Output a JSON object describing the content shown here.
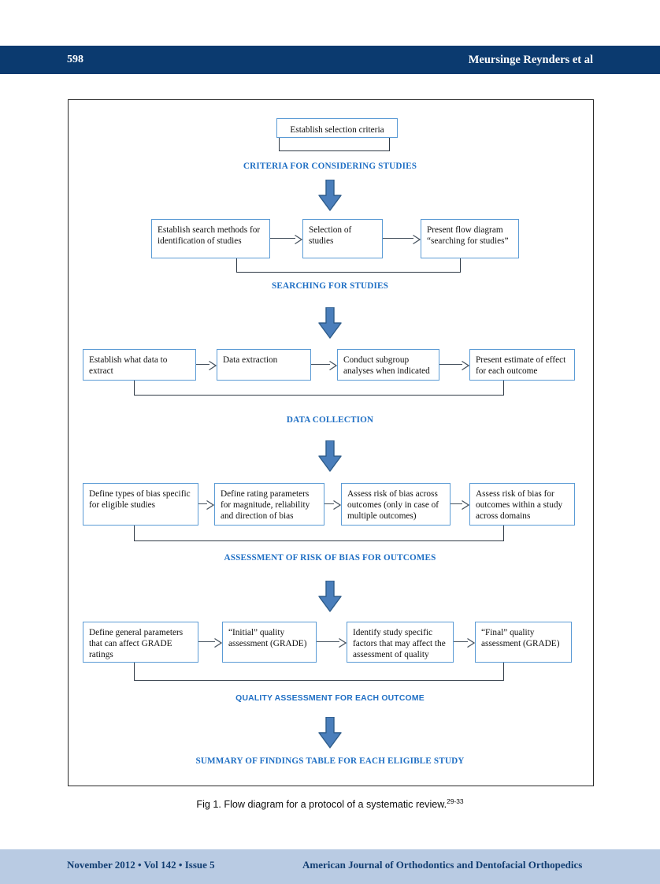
{
  "header": {
    "page_number": "598",
    "running_title": "Meursinge Reynders et al"
  },
  "figure": {
    "caption_text": "Fig 1.  Flow diagram for a protocol of a systematic review.",
    "caption_superscript": "29-33",
    "arrow_color": "#4a7ebb",
    "arrow_border_color": "#2e5c8a",
    "box_border_color": "#5b9bd5",
    "label_color": "#1f6fc4",
    "bracket_color": "#2f3a46",
    "connector_color": "#44505c"
  },
  "flow": {
    "row1": {
      "boxes": [
        {
          "text": "Establish selection criteria"
        }
      ],
      "section_label": "CRITERIA FOR CONSIDERING STUDIES"
    },
    "row2": {
      "boxes": [
        {
          "text": "Establish search methods for identification of studies"
        },
        {
          "text": "Selection of studies"
        },
        {
          "text": "Present flow diagram “searching for studies”"
        }
      ],
      "section_label": "SEARCHING FOR STUDIES"
    },
    "row3": {
      "boxes": [
        {
          "text": "Establish what data to extract"
        },
        {
          "text": "Data extraction"
        },
        {
          "text": "Conduct subgroup analyses when indicated"
        },
        {
          "text": "Present estimate of effect for each outcome"
        }
      ],
      "section_label": "DATA COLLECTION"
    },
    "row4": {
      "boxes": [
        {
          "text": "Define types of bias specific for eligible studies"
        },
        {
          "text": "Define rating parameters for magnitude, reliability and direction of bias"
        },
        {
          "text": "Assess risk of bias across outcomes (only in case of multiple outcomes)"
        },
        {
          "text": "Assess risk of bias for outcomes within a study across domains"
        }
      ],
      "section_label": "ASSESSMENT OF RISK OF BIAS FOR OUTCOMES"
    },
    "row5": {
      "boxes": [
        {
          "text": "Define general parameters that can affect GRADE ratings"
        },
        {
          "text": "“Initial” quality assessment (GRADE)"
        },
        {
          "text": "Identify study specific factors that may affect the assessment of quality"
        },
        {
          "text": "“Final” quality assessment (GRADE)"
        }
      ],
      "section_label": "QUALITY ASSESSMENT FOR EACH OUTCOME"
    },
    "final_label": "SUMMARY OF FINDINGS TABLE FOR EACH ELIGIBLE STUDY"
  },
  "footer": {
    "left": "November 2012 • Vol 142 • Issue 5",
    "right": "American Journal of Orthodontics and Dentofacial Orthopedics"
  }
}
